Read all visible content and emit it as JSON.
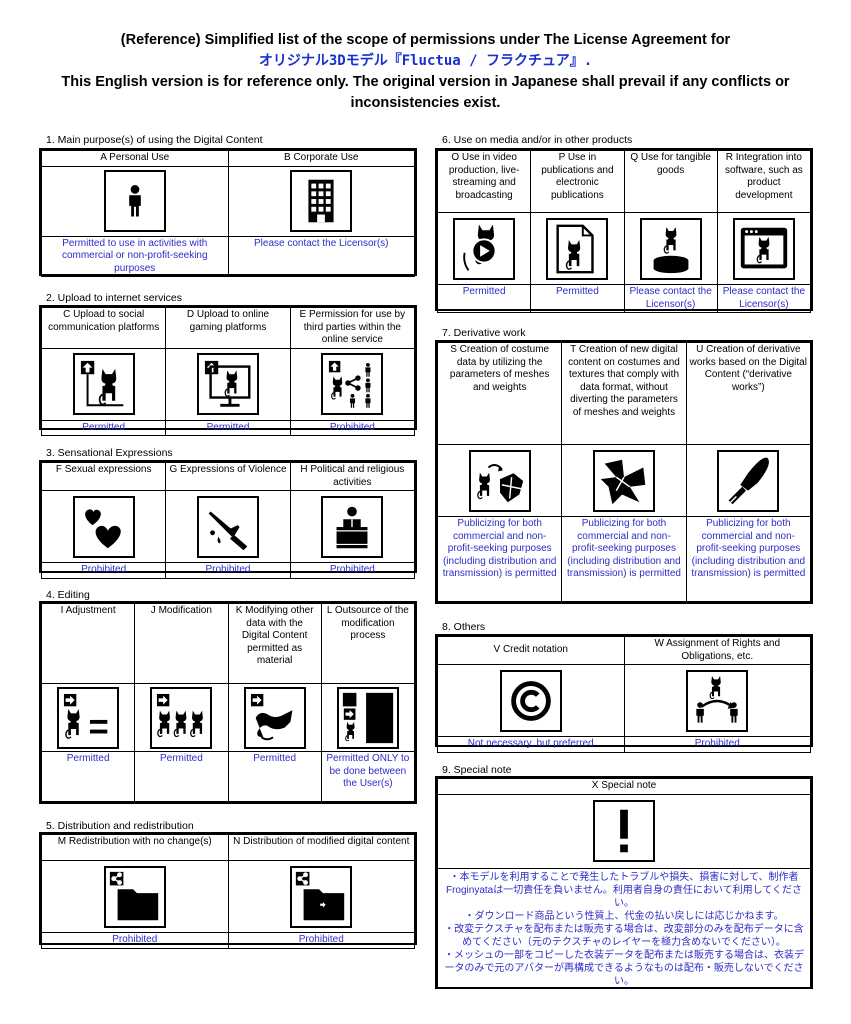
{
  "header": {
    "line1": "(Reference) Simplified list of the scope of permissions under The License Agreement for",
    "product": "オリジナル3Dモデル『Fluctua / フラクチュア』.",
    "line3": "This English version is for reference only. The original version in Japanese shall prevail if any conflicts or",
    "line4": "inconsistencies exist."
  },
  "sections": {
    "s1": {
      "title": "1. Main purpose(s) of using the Digital Content",
      "items": [
        {
          "label": "A Personal Use",
          "icon": "person-icon",
          "status": "Permitted to use in activities with commercial or non-profit-seeking purposes"
        },
        {
          "label": "B  Corporate Use",
          "icon": "building-icon",
          "status": "Please contact the Licensor(s)"
        }
      ]
    },
    "s2": {
      "title": "2. Upload to internet services",
      "items": [
        {
          "label": "C Upload to social communication platforms",
          "icon": "upload-social-icon",
          "status": "Permitted"
        },
        {
          "label": "D Upload to online gaming platforms",
          "icon": "upload-gaming-icon",
          "status": "Permitted"
        },
        {
          "label": "E Permission for use by third parties within the online service",
          "icon": "share-third-party-icon",
          "status": "Prohibited"
        }
      ]
    },
    "s3": {
      "title": "3. Sensational Expressions",
      "items": [
        {
          "label": "F Sexual expressions",
          "icon": "hearts-icon",
          "status": "Prohibited"
        },
        {
          "label": "G Expressions of Violence",
          "icon": "knife-icon",
          "status": "Prohibited"
        },
        {
          "label": "H Political and religious activities",
          "icon": "podium-icon",
          "status": "Prohibited"
        }
      ]
    },
    "s4": {
      "title": "4. Editing",
      "items": [
        {
          "label": "I Adjustment",
          "icon": "adjustment-icon",
          "status": "Permitted"
        },
        {
          "label": "J Modification",
          "icon": "modification-icon",
          "status": "Permitted"
        },
        {
          "label": "K Modifying other data with the Digital Content permitted as material",
          "icon": "material-icon",
          "status": "Permitted"
        },
        {
          "label": "L Outsource of the modification process",
          "icon": "outsource-icon",
          "status": "Permitted ONLY to be done between the User(s)"
        }
      ]
    },
    "s5": {
      "title": "5. Distribution and redistribution",
      "items": [
        {
          "label": "M Redistribution with no change(s)",
          "icon": "redistribute-icon",
          "status": "Prohibited"
        },
        {
          "label": "N Distribution of modified digital content",
          "icon": "distribute-modified-icon",
          "status": "Prohibited"
        }
      ]
    },
    "s6": {
      "title": "6. Use on media and/or in other products",
      "items": [
        {
          "label": "O Use in video production, live-streaming and broadcasting",
          "icon": "video-icon",
          "status": "Permitted"
        },
        {
          "label": "P Use in publications and electronic publications",
          "icon": "publication-icon",
          "status": "Permitted"
        },
        {
          "label": "Q Use for tangible goods",
          "icon": "figure-goods-icon",
          "status": "Please contact the Licensor(s)"
        },
        {
          "label": "R Integration into software, such as product development",
          "icon": "software-icon",
          "status": "Please contact the Licensor(s)"
        }
      ]
    },
    "s7": {
      "title": "7. Derivative work",
      "items": [
        {
          "label": "S Creation of costume data by utilizing the parameters of meshes and weights",
          "icon": "costume-icon",
          "status": "Publicizing for both commercial and non-profit-seeking purposes (including distribution and transmission) is permitted"
        },
        {
          "label": "T Creation of new digital content on costumes and textures that comply with data format, without diverting the parameters of meshes and weights",
          "icon": "new-content-icon",
          "status": "Publicizing for both commercial and non-profit-seeking purposes (including distribution and transmission) is permitted"
        },
        {
          "label": "U Creation of derivative works based on the Digital Content (“derivative works”)",
          "icon": "pen-icon",
          "status": "Publicizing for both commercial and non-profit-seeking purposes (including distribution and transmission) is permitted"
        }
      ]
    },
    "s8": {
      "title": "8. Others",
      "items": [
        {
          "label": "V Credit notation",
          "icon": "copyright-icon",
          "status": "Not necessary, but preferred"
        },
        {
          "label": "W Assignment of Rights and Obligations, etc.",
          "icon": "transfer-icon",
          "status": "Prohibited"
        }
      ]
    },
    "s9": {
      "title": "9. Special note",
      "label": "X Special note",
      "icon": "exclamation-icon",
      "notes": [
        "・本モデルを利用することで発生したトラブルや損失、損害に対して、制作者Froginyataは一切責任を負いません。利用者自身の責任において利用してください。",
        "・ダウンロード商品という性質上、代金の払い戻しには応じかねます。",
        "・改変テクスチャを配布または販売する場合は、改変部分のみを配布データに含めてください（元のテクスチャのレイヤーを極力含めないでください）。",
        "・メッシュの一部をコピーした衣装データを配布または販売する場合は、衣装データのみで元のアバターが再構成できるようなものは配布・販売しないでください。"
      ]
    }
  }
}
